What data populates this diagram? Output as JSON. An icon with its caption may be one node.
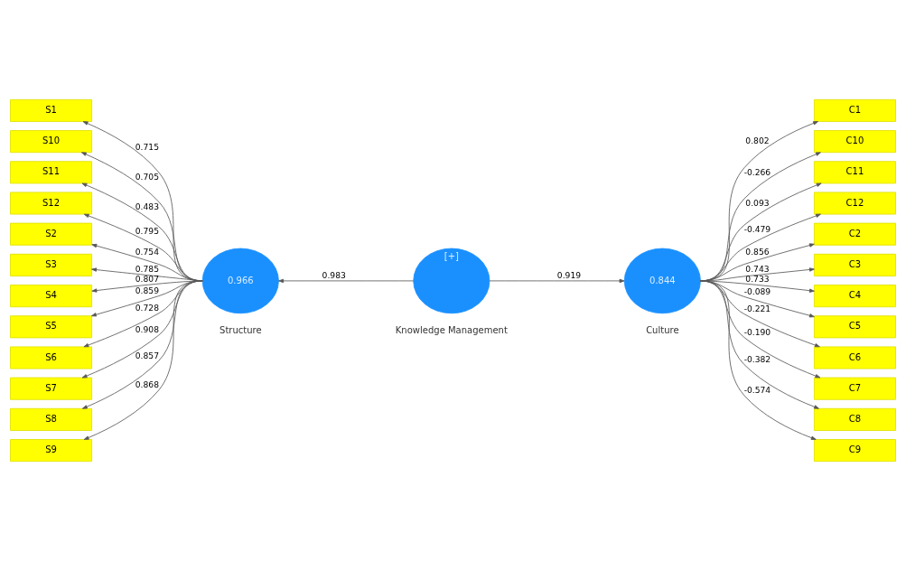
{
  "diagram": {
    "nodes": [
      {
        "text": [
          "S1"
        ]
      },
      {
        "text": [
          "S10"
        ]
      },
      {
        "text": [
          "S11"
        ]
      },
      {
        "text": [
          "S12"
        ]
      },
      {
        "text": [
          "S2"
        ]
      },
      {
        "text": [
          "S3"
        ]
      },
      {
        "text": [
          "S4"
        ]
      },
      {
        "text": [
          "S5"
        ]
      },
      {
        "text": [
          "S6"
        ]
      },
      {
        "text": [
          "S7"
        ]
      },
      {
        "text": [
          "S8"
        ]
      },
      {
        "text": [
          "S9"
        ]
      },
      {
        "text": [
          "0.966"
        ],
        "beside": [
          "Structure"
        ]
      },
      {
        "text": [
          "[+]"
        ],
        "beside": [
          "Knowledge Management"
        ]
      },
      {
        "text": [
          "0.844"
        ],
        "beside": [
          "Culture"
        ]
      },
      {
        "text": [
          "C1"
        ]
      },
      {
        "text": [
          "C10"
        ]
      },
      {
        "text": [
          "C11"
        ]
      },
      {
        "text": [
          "C12"
        ]
      },
      {
        "text": [
          "C2"
        ]
      },
      {
        "text": [
          "C3"
        ]
      },
      {
        "text": [
          "C4"
        ]
      },
      {
        "text": [
          "C5"
        ]
      },
      {
        "text": [
          "C6"
        ]
      },
      {
        "text": [
          "C7"
        ]
      },
      {
        "text": [
          "C8"
        ]
      },
      {
        "text": [
          "C9"
        ]
      }
    ],
    "edges": [
      {
        "from": 12,
        "to": 0,
        "arrow": "to",
        "label": "0.715"
      },
      {
        "from": 12,
        "to": 1,
        "arrow": "to",
        "label": "0.705"
      },
      {
        "from": 12,
        "to": 2,
        "arrow": "to",
        "label": "0.483"
      },
      {
        "from": 12,
        "to": 3,
        "arrow": "to",
        "label": "0.795"
      },
      {
        "from": 12,
        "to": 4,
        "arrow": "to",
        "label": "0.754"
      },
      {
        "from": 12,
        "to": 5,
        "arrow": "to",
        "label": "0.785"
      },
      {
        "from": 12,
        "to": 6,
        "arrow": "to",
        "label": "0.807"
      },
      {
        "from": 12,
        "to": 7,
        "arrow": "to",
        "label": "0.859"
      },
      {
        "from": 12,
        "to": 8,
        "arrow": "to",
        "label": "0.728"
      },
      {
        "from": 12,
        "to": 9,
        "arrow": "to",
        "label": "0.908"
      },
      {
        "from": 12,
        "to": 10,
        "arrow": "to",
        "label": "0.857"
      },
      {
        "from": 12,
        "to": 11,
        "arrow": "to",
        "label": "0.868"
      },
      {
        "from": 13,
        "to": 12,
        "arrow": "to",
        "label": "0.983"
      },
      {
        "from": 13,
        "to": 14,
        "arrow": "to",
        "label": "0.919"
      },
      {
        "from": 14,
        "to": 15,
        "arrow": "to",
        "label": "0.802"
      },
      {
        "from": 14,
        "to": 16,
        "arrow": "to",
        "label": "-0.266"
      },
      {
        "from": 14,
        "to": 17,
        "arrow": "to",
        "label": "0.093"
      },
      {
        "from": 14,
        "to": 18,
        "arrow": "to",
        "label": "-0.479"
      },
      {
        "from": 14,
        "to": 19,
        "arrow": "to",
        "label": "0.856"
      },
      {
        "from": 14,
        "to": 20,
        "arrow": "to",
        "label": "0.743"
      },
      {
        "from": 14,
        "to": 21,
        "arrow": "to",
        "label": "0.733"
      },
      {
        "from": 14,
        "to": 22,
        "arrow": "to",
        "label": "-0.089"
      },
      {
        "from": 14,
        "to": 23,
        "arrow": "to",
        "label": "-0.221"
      },
      {
        "from": 14,
        "to": 24,
        "arrow": "to",
        "label": "-0.190"
      },
      {
        "from": 14,
        "to": 25,
        "arrow": "to",
        "label": "-0.382"
      },
      {
        "from": 14,
        "to": 26,
        "arrow": "to",
        "label": "-0.574"
      }
    ]
  }
}
